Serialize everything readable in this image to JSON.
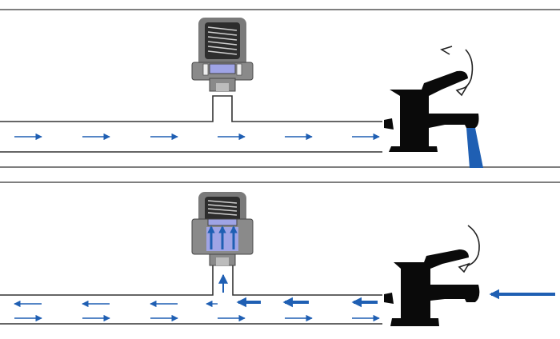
{
  "panels": [
    {
      "id": "normal-flow",
      "state": "tap-open",
      "flow_direction": "right",
      "arrester_flow": "none",
      "water_stream": true
    },
    {
      "id": "water-hammer",
      "state": "tap-closed",
      "flow_direction": "mixed",
      "arrester_flow": "up",
      "water_stream": false
    }
  ],
  "icons": {
    "arrester": "water-hammer-arrester-icon",
    "faucet": "faucet-icon",
    "rotate": "rotate-arrow-icon",
    "flow_arrow": "flow-arrow-icon"
  },
  "colors": {
    "pipe_line": "#333333",
    "flow_arrow": "#1f5fb3",
    "water": "#1f5fb3",
    "arrester_body": "#7a7a7a",
    "arrester_dark": "#2d2d2d",
    "arrester_piston": "#9fa4e6",
    "faucet": "#0a0a0a"
  }
}
